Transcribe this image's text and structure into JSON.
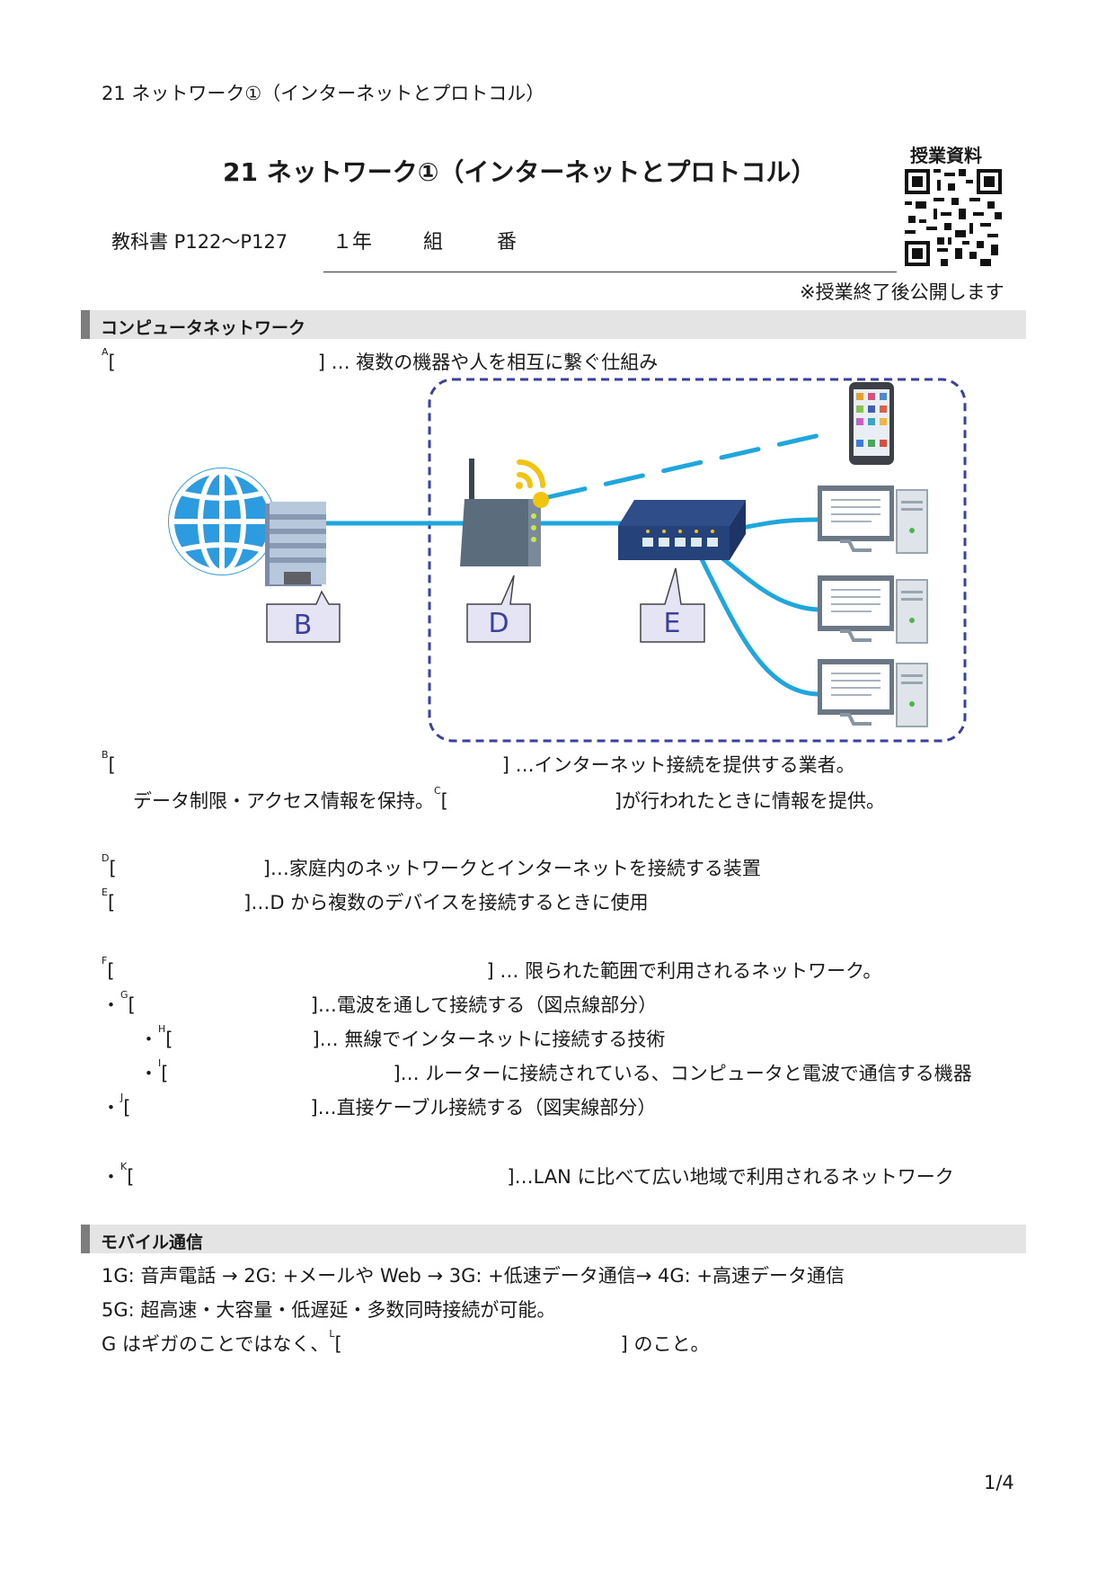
{
  "running_header": "21  ネットワーク①（インターネットとプロトコル）",
  "title": "21  ネットワーク①（インターネットとプロトコル）",
  "materials_label": "授業資料",
  "textbook": "教科書 P122～P127",
  "grade": "１年",
  "class_label": "組",
  "number_label": "番",
  "release_note": "※授業終了後公開します",
  "section1": "コンピュータネットワーク",
  "section2": "モバイル通信",
  "diagram": {
    "label_b": "B",
    "label_d": "D",
    "label_e": "E"
  },
  "items": {
    "a_letter": "A",
    "a_open": "[",
    "a_text": "] …  複数の機器や人を相互に繋ぐ仕組み",
    "b_letter": "B",
    "b_open": "[",
    "b_text": "]   …インターネット接続を提供する業者。",
    "b2_text": "データ制限・アクセス情報を保持。",
    "c_letter": "C",
    "c_open": "[",
    "c_text": "]が行われたときに情報を提供。",
    "d_letter": "D",
    "d_open": "[",
    "d_text": "]…家庭内のネットワークとインターネットを接続する装置",
    "e_letter": "E",
    "e_open": "[",
    "e_text": "]…D から複数のデバイスを接続するときに使用",
    "f_letter": "F",
    "f_open": "[",
    "f_text": "] …  限られた範囲で利用されるネットワーク。",
    "g_bullet": "・",
    "g_letter": "G",
    "g_open": "[",
    "g_text": "]…電波を通して接続する（図点線部分）",
    "h_bullet": "・",
    "h_letter": "H",
    "h_open": "[",
    "h_text": "]…  無線でインターネットに接続する技術",
    "i_bullet": "・",
    "i_letter": "I",
    "i_open": "[",
    "i_text": "]…  ルーターに接続されている、コンピュータと電波で通信する機器",
    "j_bullet": "・",
    "j_letter": "J",
    "j_open": "[",
    "j_text": "]…直接ケーブル接続する（図実線部分）",
    "k_bullet": "・",
    "k_letter": "K",
    "k_open": "[",
    "k_text": "]…LAN に比べて広い地域で利用されるネットワーク"
  },
  "mobile": {
    "line1": "1G:  音声電話  →  2G: +メールや Web  →  3G: +低速データ通信→  4G: +高速データ通信",
    "line2": "5G:  超高速・大容量・低遅延・多数同時接続が可能。",
    "line3_pre": "G はギガのことではなく、",
    "l_letter": "L",
    "l_open": "[",
    "line3_post": "]  のこと。"
  },
  "page_number": "1/4",
  "colors": {
    "cable": "#1ea6dd",
    "lan_border": "#3b3fa0",
    "label_fill": "#e4e4f4",
    "label_text": "#3b3fa0"
  }
}
